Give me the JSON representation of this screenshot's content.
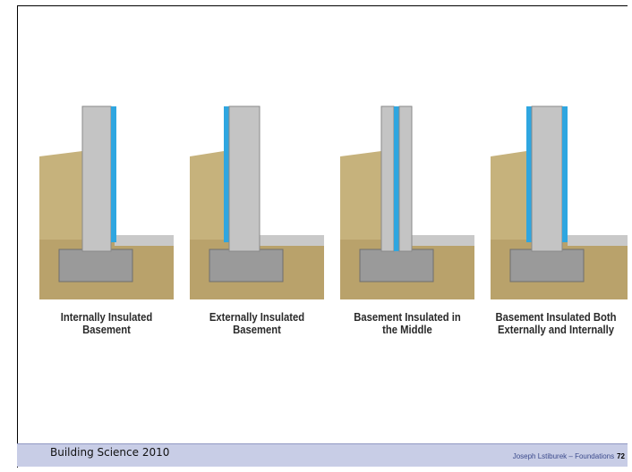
{
  "captions": [
    {
      "line1": "Internally Insulated",
      "line2": "Basement"
    },
    {
      "line1": "Externally Insulated",
      "line2": "Basement"
    },
    {
      "line1": "Basement Insulated in",
      "line2": "the Middle"
    },
    {
      "line1": "Basement Insulated Both",
      "line2": "Externally and Internally"
    }
  ],
  "footer": {
    "left": "Building Science 2010",
    "credit": "Joseph Lstiburek – Foundations",
    "page_number": "72"
  },
  "colors": {
    "insulation": "#2fa6e0",
    "soil": "#b9a26b",
    "concrete": "#bdbdbd",
    "footing": "#9a9a9a",
    "footer_bar": "#c8cde6"
  }
}
